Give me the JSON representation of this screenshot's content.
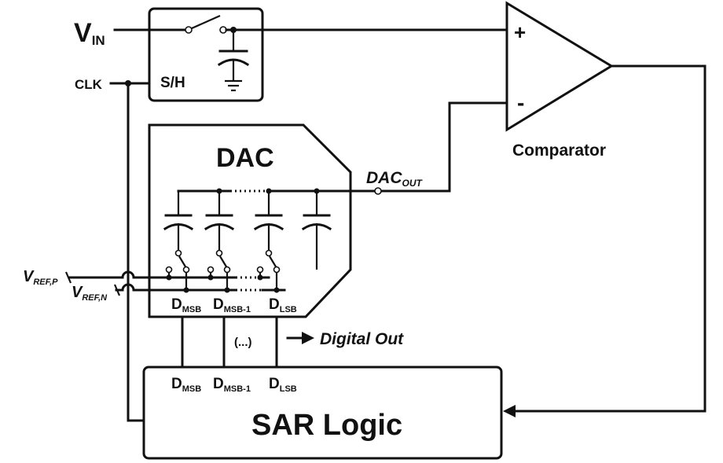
{
  "labels": {
    "vin_main": "V",
    "vin_sub": "IN",
    "clk": "CLK",
    "sh": "S/H",
    "plus": "+",
    "minus": "-",
    "comparator": "Comparator",
    "dac": "DAC",
    "dacout_main": "DAC",
    "dacout_sub": "OUT",
    "vrefp_main": "V",
    "vrefp_sub": "REF,P",
    "vrefn_main": "V",
    "vrefn_sub": "REF,N",
    "d_main": "D",
    "msb": "MSB",
    "msb1": "MSB-1",
    "lsb": "LSB",
    "ellipsis": "(...)",
    "digital_out": "Digital Out",
    "sar_logic": "SAR Logic"
  }
}
